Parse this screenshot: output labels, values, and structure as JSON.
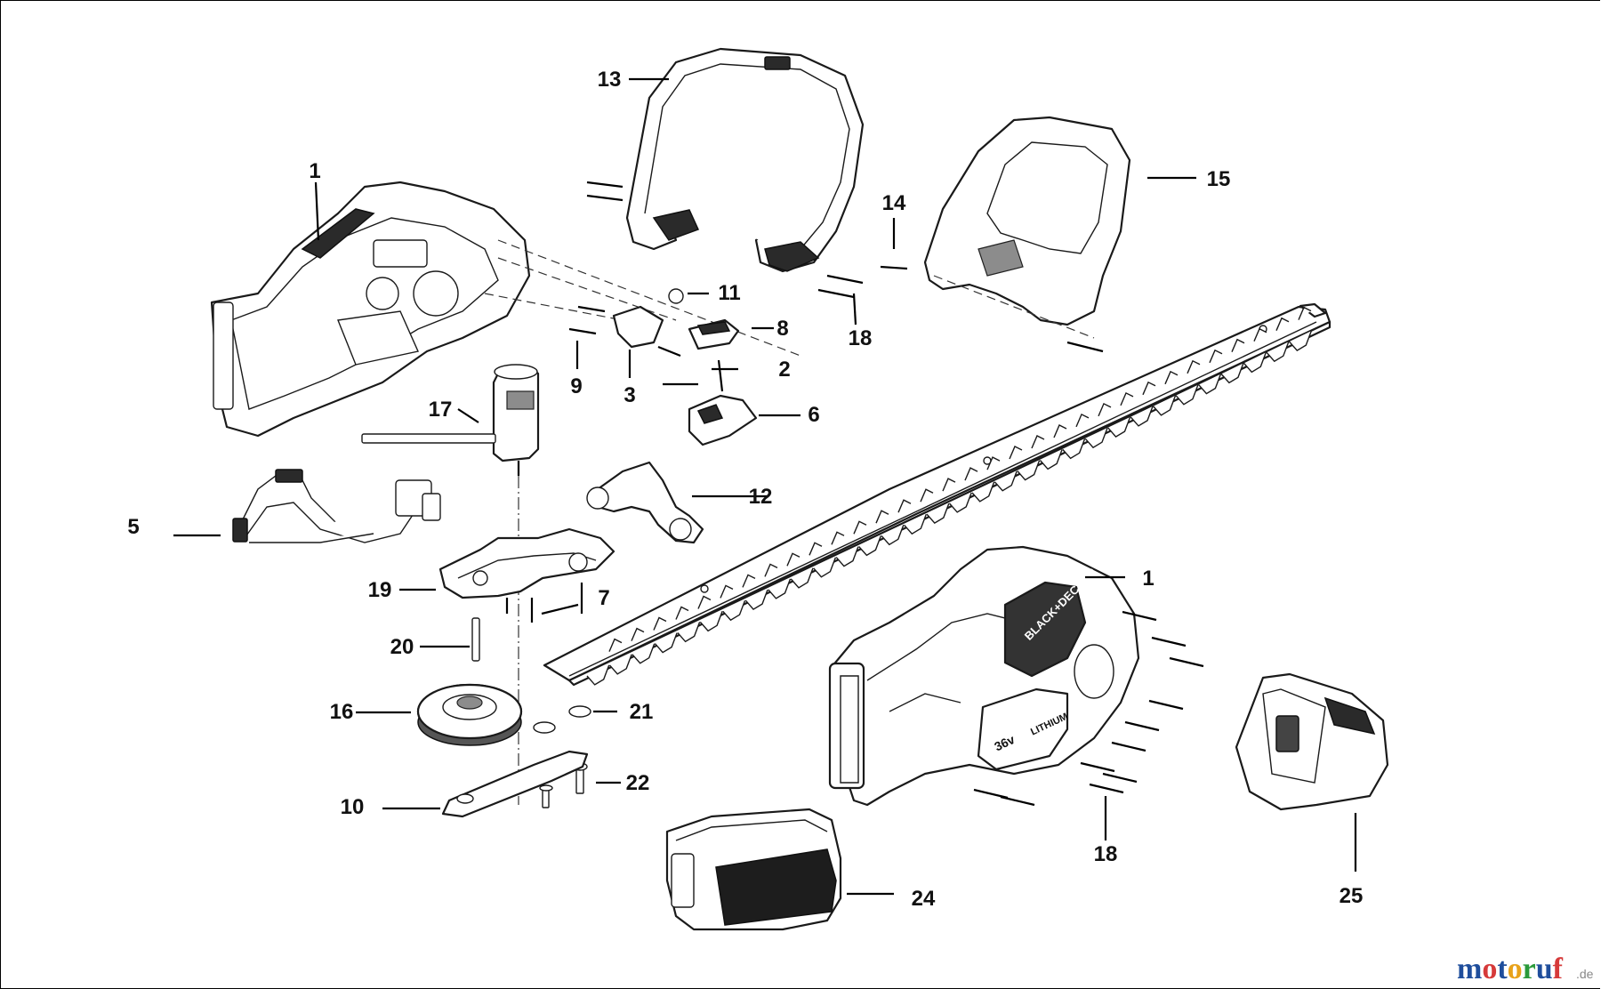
{
  "diagram": {
    "callouts": [
      {
        "id": "c1a",
        "number": "1"
      },
      {
        "id": "c1b",
        "number": "1"
      },
      {
        "id": "c2",
        "number": "2"
      },
      {
        "id": "c3",
        "number": "3"
      },
      {
        "id": "c5",
        "number": "5"
      },
      {
        "id": "c6",
        "number": "6"
      },
      {
        "id": "c7",
        "number": "7"
      },
      {
        "id": "c8",
        "number": "8"
      },
      {
        "id": "c9",
        "number": "9"
      },
      {
        "id": "c10",
        "number": "10"
      },
      {
        "id": "c11",
        "number": "11"
      },
      {
        "id": "c12",
        "number": "12"
      },
      {
        "id": "c13",
        "number": "13"
      },
      {
        "id": "c14",
        "number": "14"
      },
      {
        "id": "c15",
        "number": "15"
      },
      {
        "id": "c16",
        "number": "16"
      },
      {
        "id": "c17",
        "number": "17"
      },
      {
        "id": "c18a",
        "number": "18"
      },
      {
        "id": "c18b",
        "number": "18"
      },
      {
        "id": "c19",
        "number": "19"
      },
      {
        "id": "c20",
        "number": "20"
      },
      {
        "id": "c21",
        "number": "21"
      },
      {
        "id": "c22",
        "number": "22"
      },
      {
        "id": "c24",
        "number": "24"
      },
      {
        "id": "c25",
        "number": "25"
      }
    ],
    "product_markings": {
      "brand_logo": "BLACK+DECKER",
      "voltage": "36v",
      "battery_type": "LITHIUM"
    }
  },
  "watermark": {
    "text_main": "motoruf",
    "text_suffix": ".de",
    "colors": {
      "m": "#1f4e9c",
      "o1": "#d63a3a",
      "t": "#1f4e9c",
      "o2": "#e8a21a",
      "r": "#2a9a3a",
      "u": "#1f4e9c",
      "f": "#d63a3a"
    }
  }
}
